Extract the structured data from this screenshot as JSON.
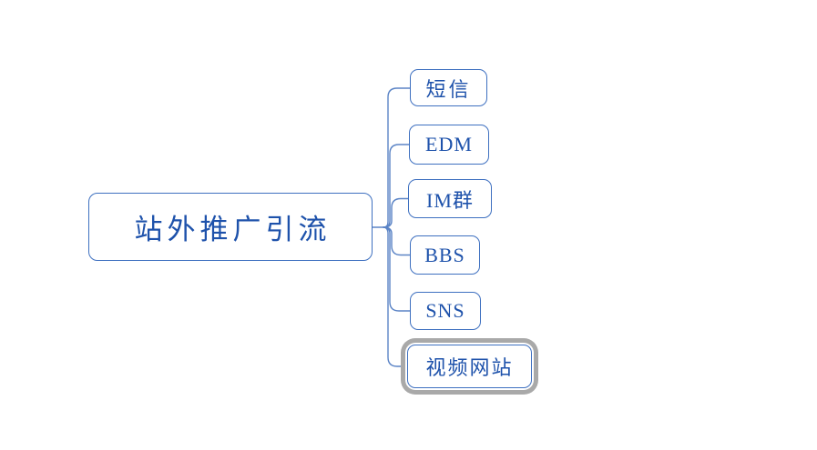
{
  "mindmap": {
    "root": {
      "label": "站外推广引流"
    },
    "children": [
      {
        "label": "短信",
        "selected": false
      },
      {
        "label": "EDM",
        "selected": false
      },
      {
        "label": "IM群",
        "selected": false
      },
      {
        "label": "BBS",
        "selected": false
      },
      {
        "label": "SNS",
        "selected": false
      },
      {
        "label": "视频网站",
        "selected": true
      }
    ],
    "colors": {
      "node_border": "#3e70c0",
      "node_text": "#1e52ab",
      "connector": "#5b84c6",
      "selection_ring": "#a9a9a9",
      "background": "#ffffff"
    }
  }
}
